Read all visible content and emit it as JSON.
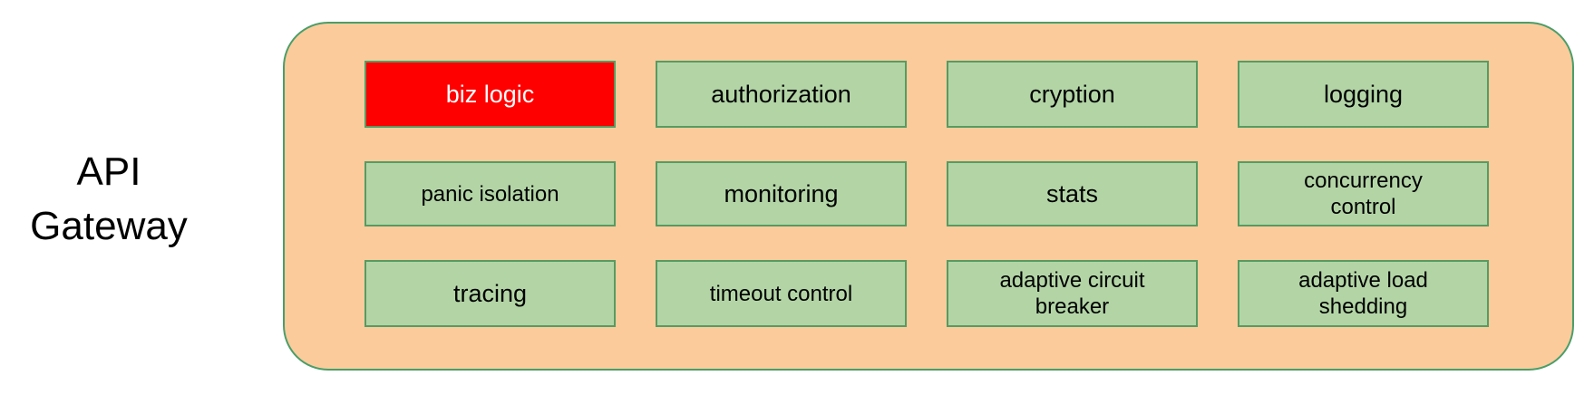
{
  "colors": {
    "peach_fill": "#fbcb9c",
    "outer_border": "#4a9e68",
    "box_fill": "#b3d5a6",
    "box_border": "#569b62",
    "highlight_fill": "#ff0000",
    "highlight_text": "#ffffff",
    "text": "#000000"
  },
  "api_label": "API\nGateway",
  "gateway": {
    "modules": [
      {
        "label": "biz logic",
        "highlighted": true
      },
      {
        "label": "authorization",
        "highlighted": false
      },
      {
        "label": "cryption",
        "highlighted": false
      },
      {
        "label": "logging",
        "highlighted": false
      },
      {
        "label": "panic isolation",
        "highlighted": false
      },
      {
        "label": "monitoring",
        "highlighted": false
      },
      {
        "label": "stats",
        "highlighted": false
      },
      {
        "label": "concurrency\ncontrol",
        "highlighted": false
      },
      {
        "label": "tracing",
        "highlighted": false
      },
      {
        "label": "timeout control",
        "highlighted": false
      },
      {
        "label": "adaptive circuit\nbreaker",
        "highlighted": false
      },
      {
        "label": "adaptive load\nshedding",
        "highlighted": false
      }
    ]
  }
}
